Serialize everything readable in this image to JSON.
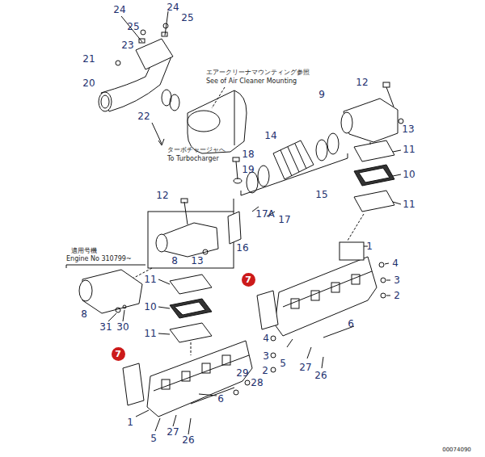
{
  "diagram": {
    "labels": [
      "24",
      "24",
      "25",
      "25",
      "23",
      "21",
      "20",
      "22",
      "エアークリーナマウンティング参照",
      "See of Air Cleaner Mounting",
      "ターボチャージャへ",
      "To Turbocharger",
      "12",
      "9",
      "13",
      "14",
      "11",
      "10",
      "11",
      "15",
      "18",
      "19",
      "12",
      "17A",
      "17",
      "16",
      "適用号機",
      "Engine No 310799~",
      "8",
      "13",
      "1",
      "4",
      "3",
      "2",
      "7",
      "11",
      "10",
      "8",
      "31",
      "30",
      "11",
      "7",
      "6",
      "4",
      "3",
      "2",
      "5",
      "27",
      "26",
      "29",
      "28",
      "6",
      "1",
      "5",
      "27",
      "26",
      "00074090"
    ]
  }
}
